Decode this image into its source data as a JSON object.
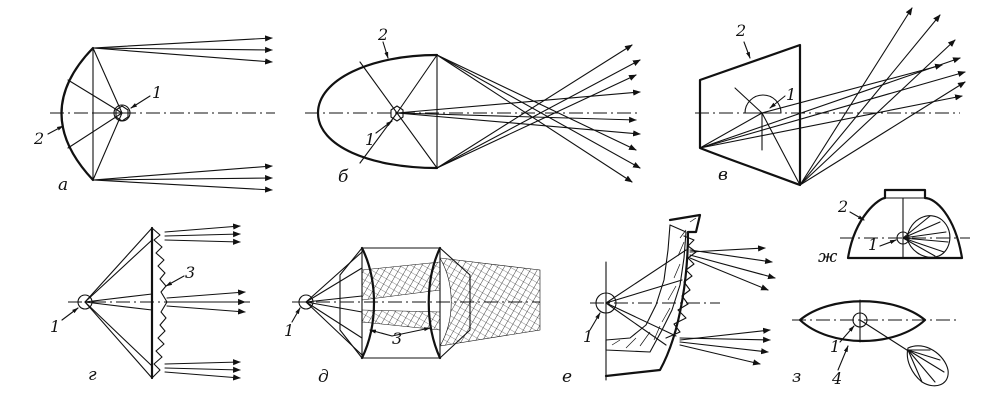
{
  "panels": [
    {
      "id": "a",
      "letter": "а",
      "labels": [
        "1",
        "2"
      ]
    },
    {
      "id": "b",
      "letter": "б",
      "labels": [
        "1",
        "2"
      ]
    },
    {
      "id": "v",
      "letter": "в",
      "labels": [
        "1",
        "2"
      ]
    },
    {
      "id": "g",
      "letter": "г",
      "labels": [
        "1",
        "3"
      ]
    },
    {
      "id": "d",
      "letter": "д",
      "labels": [
        "1",
        "3"
      ]
    },
    {
      "id": "e",
      "letter": "е",
      "labels": [
        "1"
      ]
    },
    {
      "id": "zh",
      "letter": "ж",
      "labels": [
        "1",
        "2"
      ]
    },
    {
      "id": "z",
      "letter": "з",
      "labels": [
        "1",
        "4"
      ]
    }
  ]
}
